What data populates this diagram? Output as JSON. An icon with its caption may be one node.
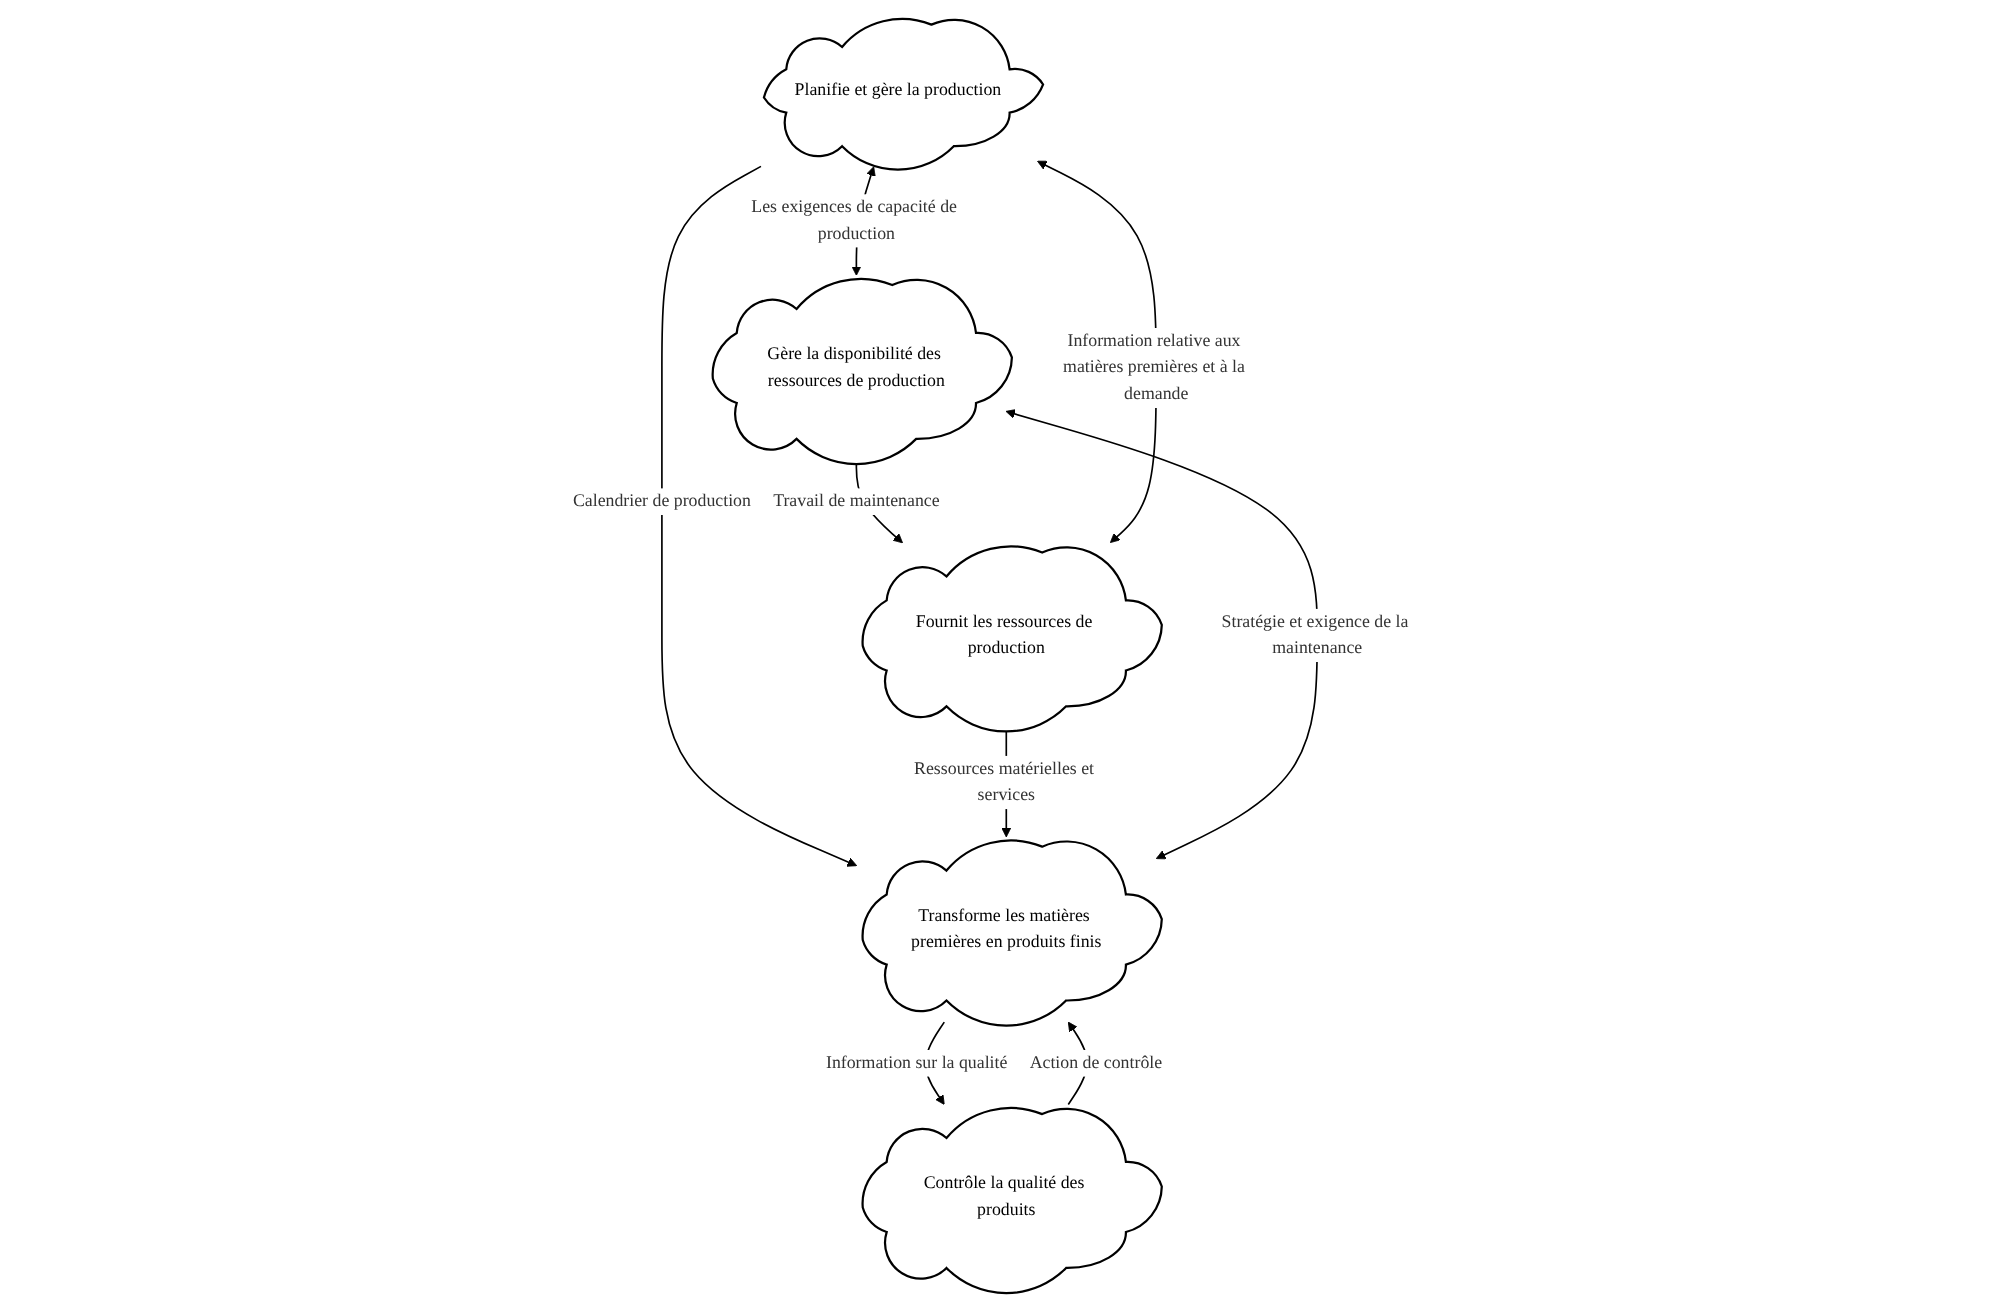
{
  "diagram": {
    "nodes": [
      {
        "text": [
          "Planifie et gère la production"
        ]
      },
      {
        "text": [
          "Fournit les ressources de production"
        ]
      },
      {
        "text": [
          "Gère la disponibilité des ressources de production"
        ]
      },
      {
        "text": [
          "Transforme les matières premières en produits finis"
        ]
      },
      {
        "text": [
          "Contrôle la qualité des produits"
        ]
      }
    ],
    "edges": [
      {
        "from": 1,
        "to": 0,
        "arrow": "both",
        "label": "Information relative aux matières premières et à la demande"
      },
      {
        "from": 0,
        "to": 2,
        "arrow": "both",
        "label": "Les exigences de capacité de production"
      },
      {
        "from": 2,
        "to": 1,
        "arrow": "to",
        "label": "Travail de maintenance"
      },
      {
        "from": 0,
        "to": 3,
        "arrow": "to",
        "label": "Calendrier de production"
      },
      {
        "from": 1,
        "to": 3,
        "arrow": "to",
        "label": "Ressources matérielles et services"
      },
      {
        "from": 3,
        "to": 2,
        "arrow": "both",
        "label": "Stratégie et exigence de la maintenance"
      },
      {
        "from": 3,
        "to": 4,
        "arrow": "to",
        "label": "Information sur la qualité"
      },
      {
        "from": 4,
        "to": 3,
        "arrow": "to",
        "label": "Action de contrôle"
      }
    ]
  }
}
